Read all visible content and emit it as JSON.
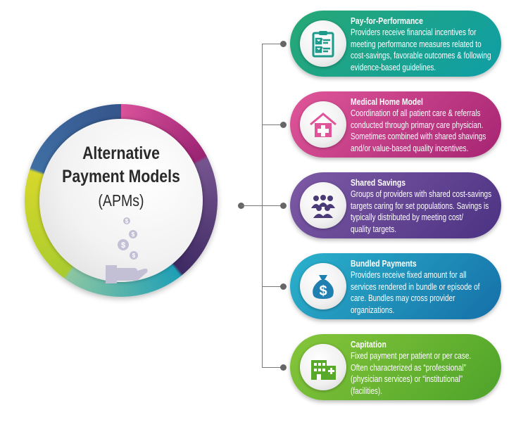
{
  "center": {
    "title_line1": "Alternative",
    "title_line2": "Payment Models",
    "subtitle": "(APMs)",
    "icon": "coins-falling-into-hand-icon"
  },
  "colors": {
    "pay_for_performance": "#13a08a",
    "medical_home": "#c2307e",
    "shared_savings": "#5a3e8e",
    "bundled_payments": "#1a95bb",
    "capitation": "#64b02c"
  },
  "models": [
    {
      "title": "Pay-for-Performance",
      "icon": "clipboard-checklist-icon",
      "lines": [
        "Providers receive financial incentives for",
        "meeting performance measures related to",
        "cost-savings, favorable outcomes & following",
        "evidence-based guidelines."
      ]
    },
    {
      "title": "Medical Home Model",
      "icon": "medical-house-icon",
      "lines": [
        "Coordination of all patient care & referrals",
        "conducted through primary care physician.",
        "Sometimes combined with shared shavings",
        "and/or value-based quality incentives."
      ]
    },
    {
      "title": "Shared Savings",
      "icon": "group-of-people-icon",
      "lines": [
        "Groups of providers with shared cost-savings",
        "targets caring for set populations. Savings is",
        "typically distributed by meeting cost/",
        "quality targets."
      ]
    },
    {
      "title": "Bundled Payments",
      "icon": "money-bag-icon",
      "lines": [
        "Providers receive fixed amount for all",
        "services rendered in bundle or episode of",
        "care. Bundles may cross provider",
        "organizations."
      ]
    },
    {
      "title": "Capitation",
      "icon": "hospital-building-icon",
      "lines": [
        "Fixed payment per patient or per case.",
        "Often characterized as “professional”",
        "(physician services) or “institutional”",
        "(facilities)."
      ]
    }
  ]
}
